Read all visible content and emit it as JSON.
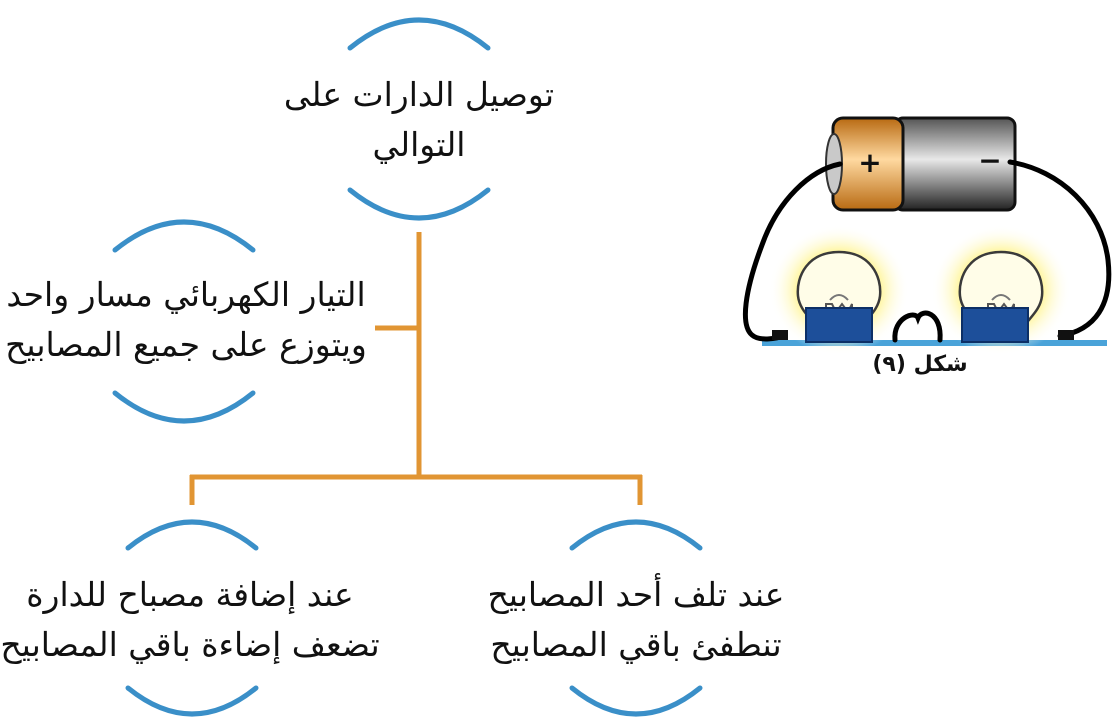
{
  "concept_map": {
    "root": {
      "line1": "توصيل الدارات على",
      "line2": "التوالي"
    },
    "current_node": {
      "line1": "التيار الكهربائي مسار واحد",
      "line2": "ويتوزع على جميع المصابيح"
    },
    "add_lamp_node": {
      "line1": "عند إضافة مصباح للدارة",
      "line2": "تضعف إضاءة باقي المصابيح"
    },
    "broken_lamp_node": {
      "line1": "عند تلف أحد المصابيح",
      "line2": "تنطفئ باقي المصابيح"
    }
  },
  "figure": {
    "caption": "شكل (٩)",
    "battery_plus": "+",
    "battery_minus": "−"
  },
  "colors": {
    "branch": "#e19533",
    "bracket": "#3a8fc8",
    "wire": "#000000",
    "bulb_glow": "#fff7a8",
    "socket": "#1d4f9a",
    "base_plate": "#4aa3d9",
    "battery_gold": "#f2a33a",
    "battery_body": "#9a9a9a"
  }
}
